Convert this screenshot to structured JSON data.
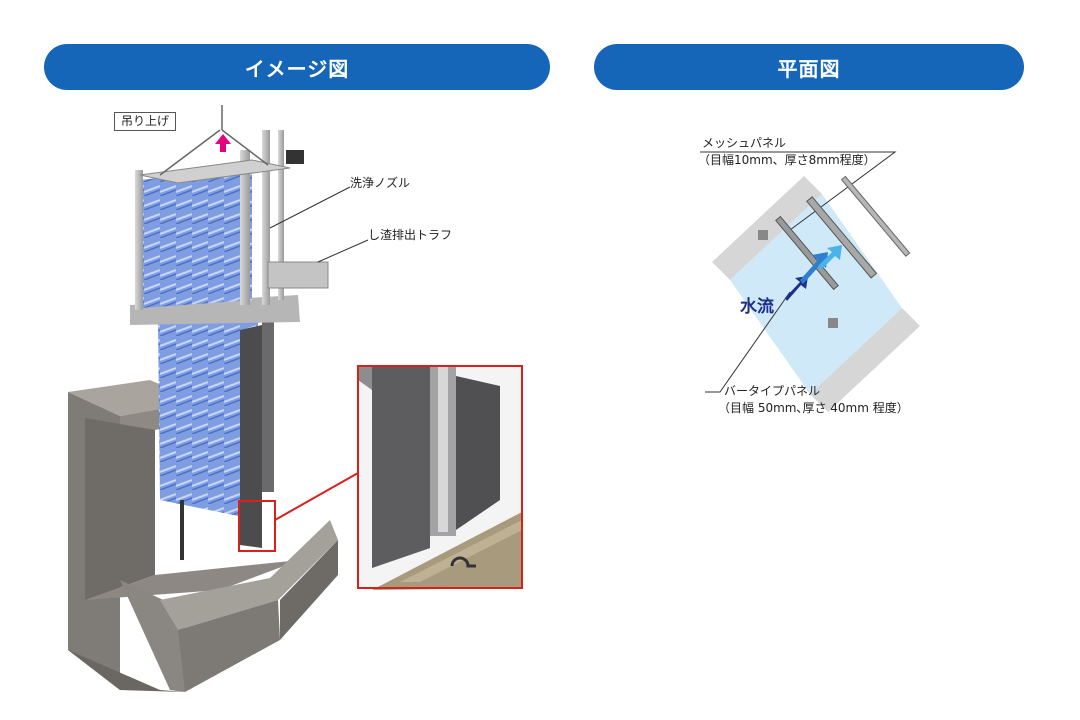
{
  "headers": {
    "image_title": "イメージ図",
    "plan_title": "平面図"
  },
  "image_view": {
    "lift_label": "吊り上げ",
    "nozzle_label": "洗浄ノズル",
    "trough_label": "し渣排出トラフ"
  },
  "plan_view": {
    "mesh_panel_label": "メッシュパネル",
    "mesh_panel_spec": "（目幅10mm、厚さ8mm程度）",
    "bar_panel_label": "バータイプパネル",
    "bar_panel_spec": "（目幅 50mm､厚さ 40mm 程度）",
    "flow_label": "水流"
  },
  "colors": {
    "header_blue": "#1565b8",
    "lift_arrow": "#e4007f",
    "highlight_box": "#d9201c",
    "flow_dark": "#1d2f8c",
    "flow_mid": "#2f7fd0",
    "flow_light": "#49b3ea",
    "water": "#cfe9f8",
    "screen_blue": "#6f8fdc",
    "concrete": "#8a8681"
  }
}
